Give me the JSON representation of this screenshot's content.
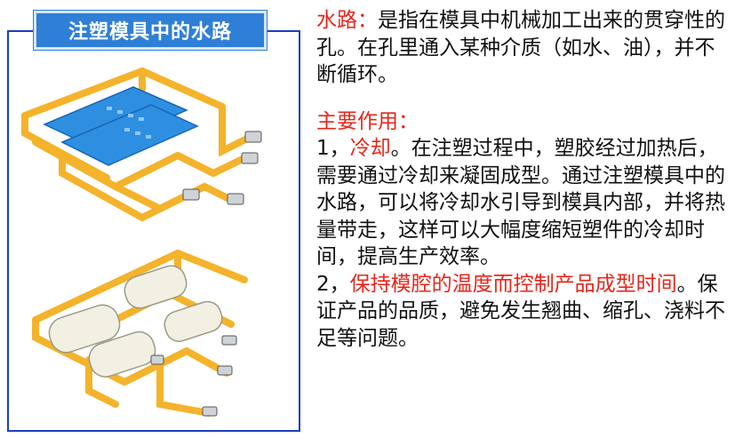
{
  "panel": {
    "title": "注塑模具中的水路"
  },
  "definition": {
    "term": "水路：",
    "body": "是指在模具中机械加工出来的贯穿性的孔。在孔里通入某种介质（如水、油），并不断循环。"
  },
  "functions": {
    "heading": "主要作用：",
    "item1": {
      "num": "1，",
      "keyword": "冷却",
      "body": "。在注塑过程中，塑胶经过加热后，需要通过冷却来凝固成型。通过注塑模具中的水路，可以将冷却水引导到模具内部，并将热量带走，这样可以大幅度缩短塑件的冷却时间，提高生产效率。"
    },
    "item2": {
      "num": "2，",
      "keyword": "保持模腔的温度而控制产品成型时间",
      "body": "。保证产品的品质，避免发生翘曲、缩孔、浇料不足等问题。"
    }
  },
  "colors": {
    "accent_red": "#e8251a",
    "title_blue": "#2f7fd7",
    "frame_blue": "#1a3fc0",
    "pipe_orange": "#f4b32b",
    "insert_blue": "#2e8fe0"
  }
}
